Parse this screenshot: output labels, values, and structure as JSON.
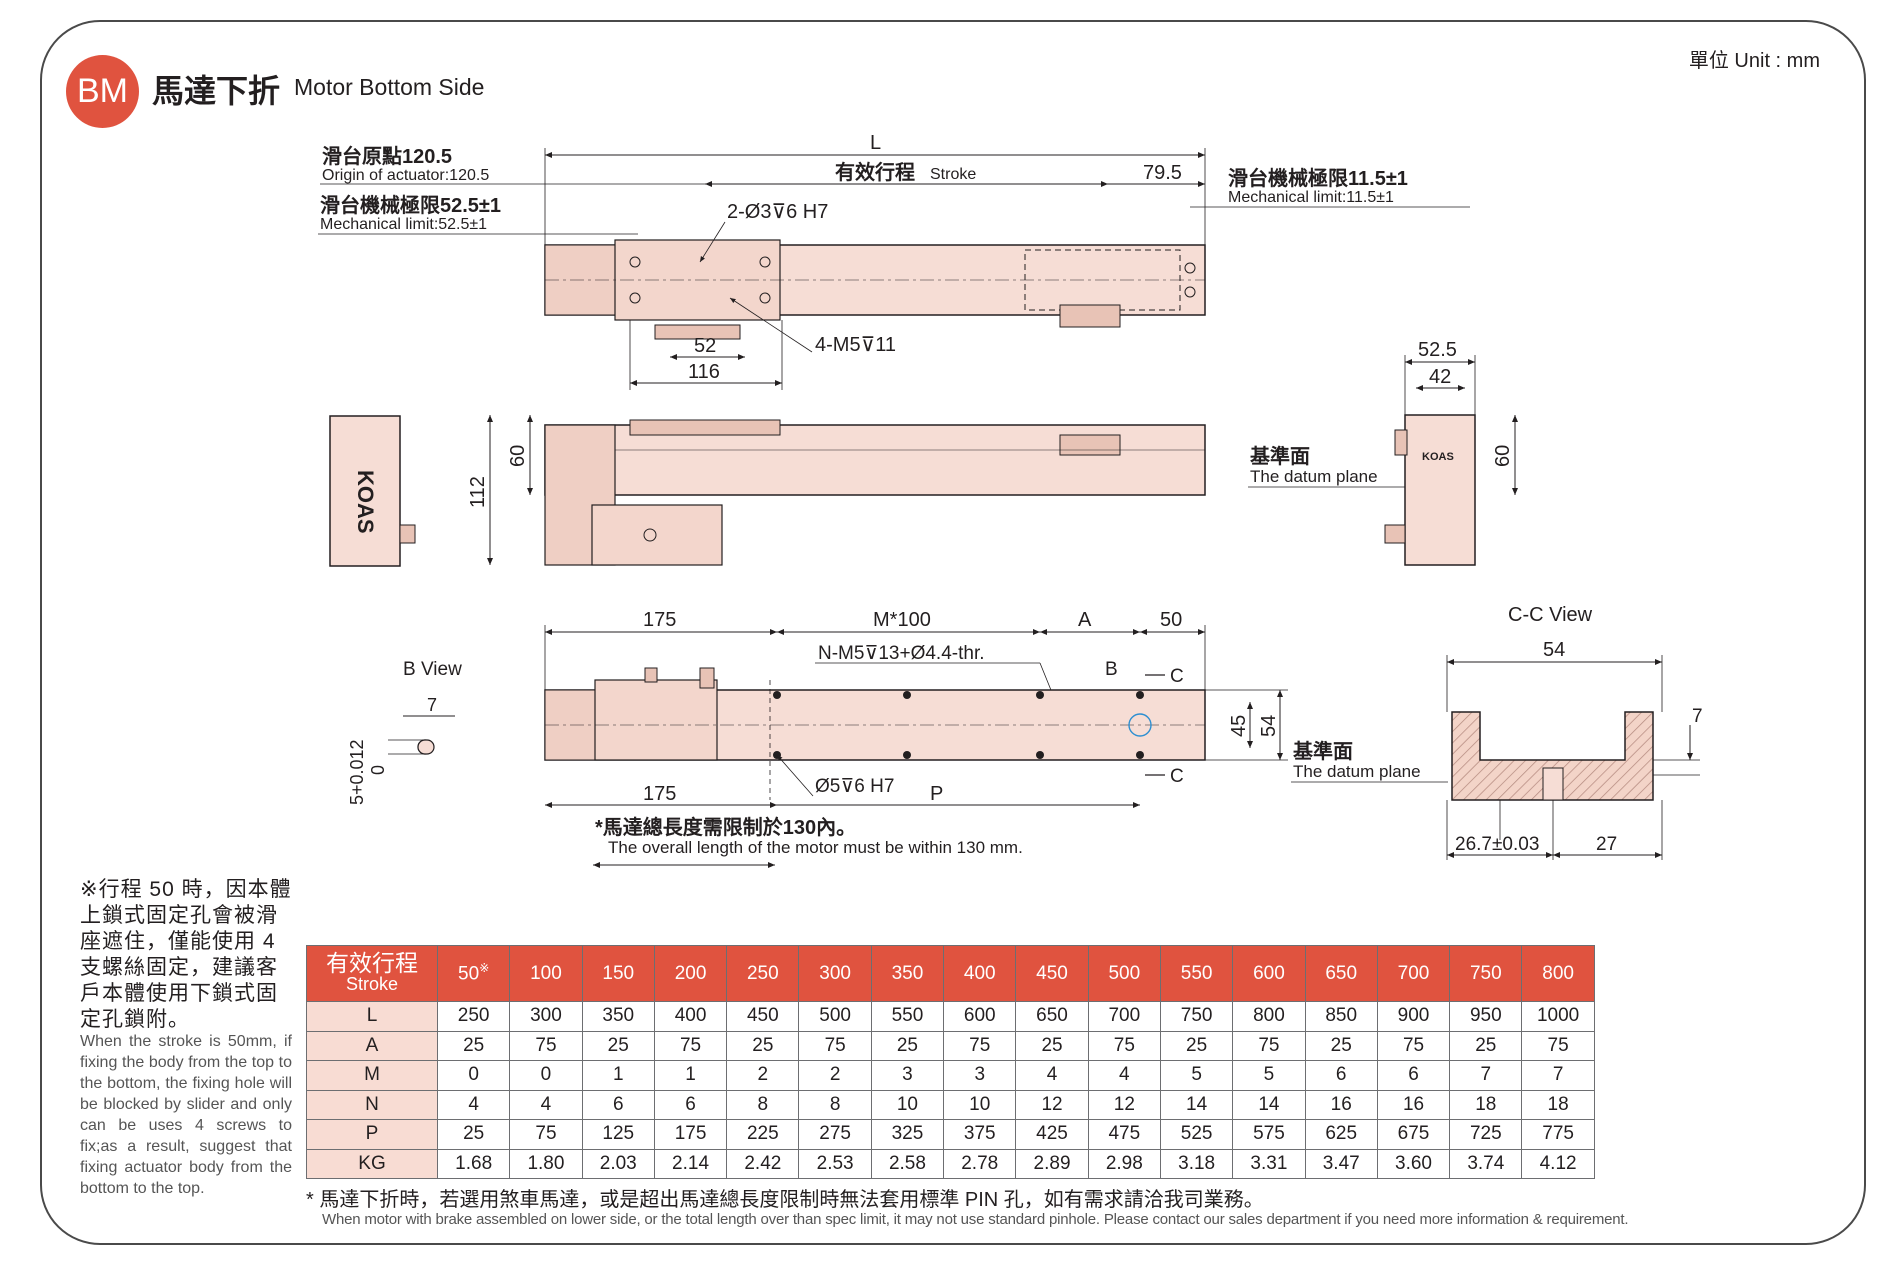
{
  "header": {
    "badge": "BM",
    "title_zh": "馬達下折",
    "title_en": "Motor Bottom Side",
    "unit": "單位 Unit : mm"
  },
  "top_view": {
    "dim_L": "L",
    "origin_zh": "滑台原點120.5",
    "origin_en": "Origin of actuator:120.5",
    "mech_limit_left_zh": "滑台機械極限52.5±1",
    "mech_limit_left_en": "Mechanical limit:52.5±1",
    "stroke_zh": "有效行程",
    "stroke_en": "Stroke",
    "dim_79_5": "79.5",
    "mech_limit_right_zh": "滑台機械極限11.5±1",
    "mech_limit_right_en": "Mechanical limit:11.5±1",
    "hole_pin": "2-Ø3⊽6 H7",
    "hole_m5": "4-M5⊽11",
    "dim_52": "52",
    "dim_116": "116"
  },
  "side_view": {
    "dim_112": "112",
    "dim_60": "60",
    "end_dim_52_5": "52.5",
    "end_dim_42": "42",
    "end_dim_60": "60",
    "datum_zh": "基準面",
    "datum_en": "The datum plane",
    "logo": "KOAS"
  },
  "bottom_view": {
    "dim_175_top": "175",
    "dim_m100": "M*100",
    "dim_A": "A",
    "dim_50": "50",
    "thread_note": "N-M5⊽13+Ø4.4-thr.",
    "label_B": "B",
    "label_C": "C",
    "dim_45": "45",
    "dim_54": "54",
    "dim_175_bottom": "175",
    "pin_note": "Ø5⊽6 H7",
    "dim_P": "P",
    "motor_note_zh": "*馬達總長度需限制於130內。",
    "motor_note_en": "The overall length of the motor must be within 130 mm.",
    "datum_zh": "基準面",
    "datum_en": "The datum plane"
  },
  "b_view": {
    "title": "B View",
    "dim_7": "7",
    "dim_5": "5+0.012",
    "dim_0": "0"
  },
  "cc_view": {
    "title": "C-C View",
    "dim_54": "54",
    "dim_7": "7",
    "dim_26_7": "26.7±0.03",
    "dim_27": "27"
  },
  "colors": {
    "accent": "#e0533f",
    "body": "#f6ddd5",
    "blue_label": "#2e8fd1",
    "orange_label": "#f08c1e"
  },
  "notes": {
    "zh": "※行程 50 時，因本體上鎖式固定孔會被滑座遮住，僅能使用 4 支螺絲固定，建議客戶本體使用下鎖式固定孔鎖附。",
    "en": "When the stroke is 50mm, if fixing the body from the top to the bottom, the fixing hole will be blocked by slider and only can be uses 4 screws to fix;as a result, suggest that fixing actuator body from the bottom to the top."
  },
  "table": {
    "corner_zh": "有效行程",
    "corner_en": "Stroke",
    "stroke_mark": "※",
    "strokes": [
      "50",
      "100",
      "150",
      "200",
      "250",
      "300",
      "350",
      "400",
      "450",
      "500",
      "550",
      "600",
      "650",
      "700",
      "750",
      "800"
    ],
    "rows": [
      {
        "label": "L",
        "values": [
          "250",
          "300",
          "350",
          "400",
          "450",
          "500",
          "550",
          "600",
          "650",
          "700",
          "750",
          "800",
          "850",
          "900",
          "950",
          "1000"
        ]
      },
      {
        "label": "A",
        "values": [
          "25",
          "75",
          "25",
          "75",
          "25",
          "75",
          "25",
          "75",
          "25",
          "75",
          "25",
          "75",
          "25",
          "75",
          "25",
          "75"
        ]
      },
      {
        "label": "M",
        "values": [
          "0",
          "0",
          "1",
          "1",
          "2",
          "2",
          "3",
          "3",
          "4",
          "4",
          "5",
          "5",
          "6",
          "6",
          "7",
          "7"
        ]
      },
      {
        "label": "N",
        "values": [
          "4",
          "4",
          "6",
          "6",
          "8",
          "8",
          "10",
          "10",
          "12",
          "12",
          "14",
          "14",
          "16",
          "16",
          "18",
          "18"
        ]
      },
      {
        "label": "P",
        "values": [
          "25",
          "75",
          "125",
          "175",
          "225",
          "275",
          "325",
          "375",
          "425",
          "475",
          "525",
          "575",
          "625",
          "675",
          "725",
          "775"
        ]
      },
      {
        "label": "KG",
        "values": [
          "1.68",
          "1.80",
          "2.03",
          "2.14",
          "2.42",
          "2.53",
          "2.58",
          "2.78",
          "2.89",
          "2.98",
          "3.18",
          "3.31",
          "3.47",
          "3.60",
          "3.74",
          "4.12"
        ]
      }
    ]
  },
  "footer": {
    "zh": "* 馬達下折時，若選用煞車馬達，或是超出馬達總長度限制時無法套用標準 PIN 孔，如有需求請洽我司業務。",
    "en": "When motor with brake assembled on lower side, or the total length over than spec limit, it may not use standard pinhole. Please contact our sales department if you need more information & requirement."
  }
}
